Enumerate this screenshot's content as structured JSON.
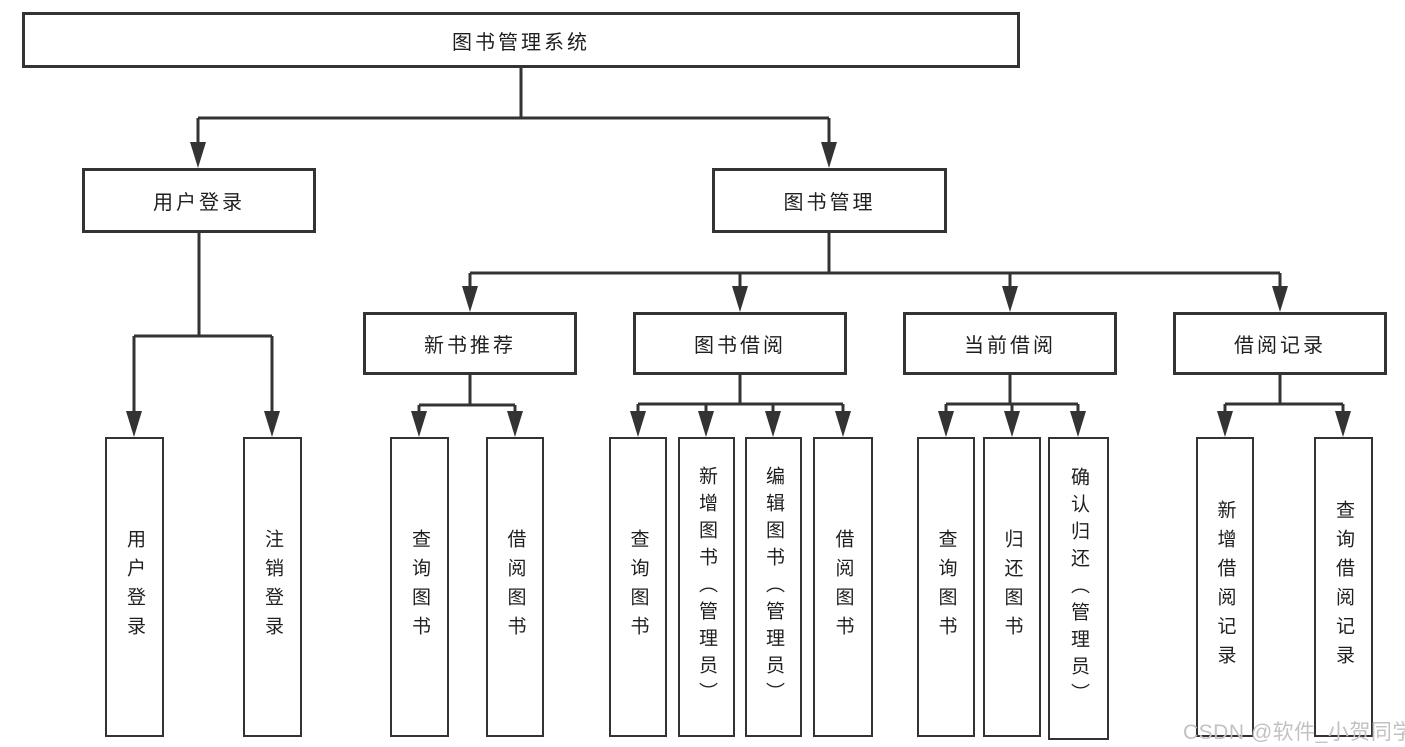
{
  "diagram_title": "图书管理系统",
  "colors": {
    "border": "#333333",
    "line": "#333333",
    "text": "#1f1f1f",
    "watermark": "#c2c2c2",
    "background": "#ffffff"
  },
  "tree": {
    "root": {
      "label": "图书管理系统"
    },
    "branches": [
      {
        "label": "用户登录",
        "children": [
          {
            "label": "用户登录"
          },
          {
            "label": "注销登录"
          }
        ]
      },
      {
        "label": "图书管理",
        "children": [
          {
            "label": "新书推荐",
            "children": [
              {
                "label": "查询图书"
              },
              {
                "label": "借阅图书"
              }
            ]
          },
          {
            "label": "图书借阅",
            "children": [
              {
                "label": "查询图书"
              },
              {
                "label": "新增图书（管理员）"
              },
              {
                "label": "编辑图书（管理员）"
              },
              {
                "label": "借阅图书"
              }
            ]
          },
          {
            "label": "当前借阅",
            "children": [
              {
                "label": "查询图书"
              },
              {
                "label": "归还图书"
              },
              {
                "label": "确认归还（管理员）"
              }
            ]
          },
          {
            "label": "借阅记录",
            "children": [
              {
                "label": "新增借阅记录"
              },
              {
                "label": "查询借阅记录"
              }
            ]
          }
        ]
      }
    ]
  },
  "watermark": {
    "text": "CSDN @软件_小贺同学"
  }
}
